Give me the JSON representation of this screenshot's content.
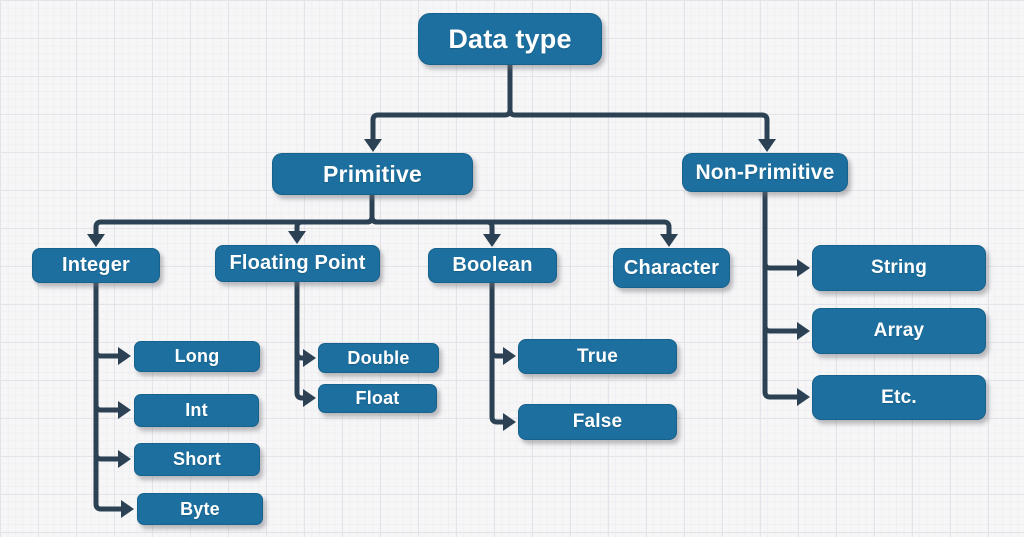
{
  "colors": {
    "node_fill": "#1c6f9e",
    "node_text": "#ffffff",
    "connector": "#2c4254",
    "background": "#f6f6f7",
    "grid_major": "#e3e3e9",
    "grid_minor": "#f0f0f3"
  },
  "nodes": {
    "data_type": "Data type",
    "primitive": "Primitive",
    "non_primitive": "Non-Primitive",
    "integer": "Integer",
    "floating_point": "Floating Point",
    "boolean": "Boolean",
    "character": "Character",
    "long": "Long",
    "int": "Int",
    "short": "Short",
    "byte": "Byte",
    "double": "Double",
    "float": "Float",
    "true_value": "True",
    "false_value": "False",
    "string": "String",
    "array": "Array",
    "etc": "Etc."
  },
  "edges": [
    {
      "from": "data_type",
      "to": "primitive"
    },
    {
      "from": "data_type",
      "to": "non_primitive"
    },
    {
      "from": "primitive",
      "to": "integer"
    },
    {
      "from": "primitive",
      "to": "floating_point"
    },
    {
      "from": "primitive",
      "to": "boolean"
    },
    {
      "from": "primitive",
      "to": "character"
    },
    {
      "from": "integer",
      "to": "long"
    },
    {
      "from": "integer",
      "to": "int"
    },
    {
      "from": "integer",
      "to": "short"
    },
    {
      "from": "integer",
      "to": "byte"
    },
    {
      "from": "floating_point",
      "to": "double"
    },
    {
      "from": "floating_point",
      "to": "float"
    },
    {
      "from": "boolean",
      "to": "true_value"
    },
    {
      "from": "boolean",
      "to": "false_value"
    },
    {
      "from": "non_primitive",
      "to": "string"
    },
    {
      "from": "non_primitive",
      "to": "array"
    },
    {
      "from": "non_primitive",
      "to": "etc"
    }
  ]
}
